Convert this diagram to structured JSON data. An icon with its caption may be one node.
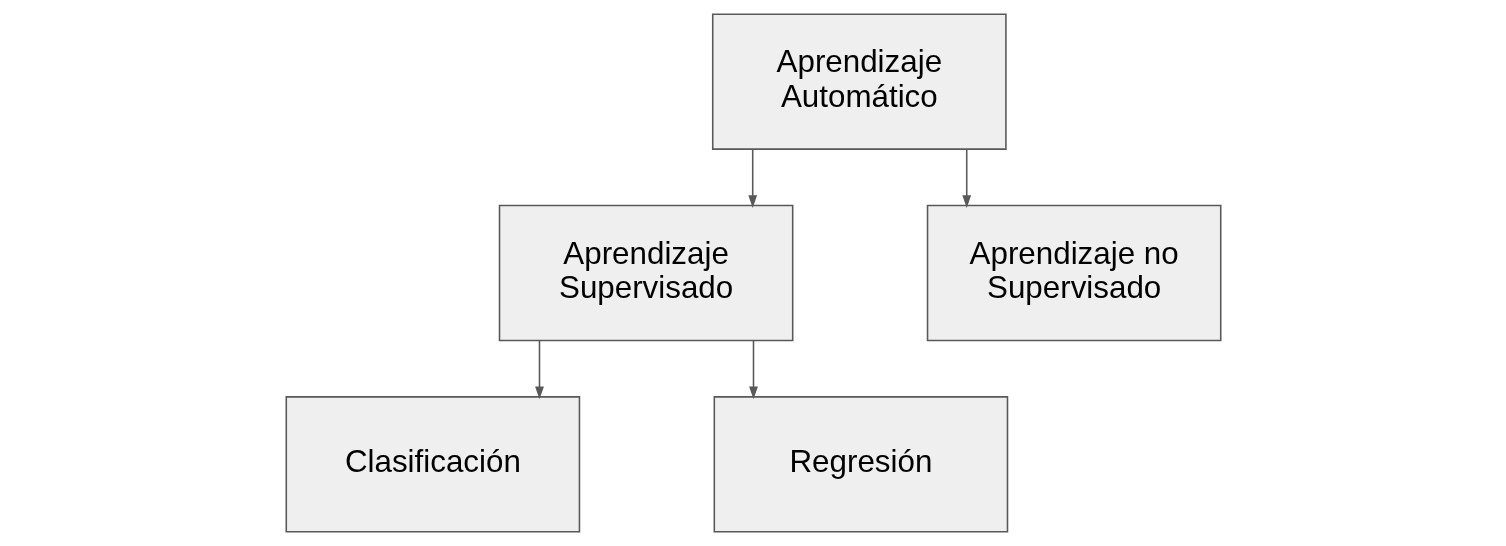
{
  "diagram": {
    "nodes": [
      {
        "text": [
          "Aprendizaje Automático"
        ]
      },
      {
        "text": [
          "Aprendizaje Supervisado"
        ]
      },
      {
        "text": [
          "Aprendizaje no Supervisado"
        ]
      },
      {
        "text": [
          "Clasificación"
        ]
      },
      {
        "text": [
          "Regresión"
        ]
      }
    ],
    "edges": [
      {
        "from": 0,
        "to": 1,
        "arrow": "to"
      },
      {
        "from": 0,
        "to": 2,
        "arrow": "to"
      },
      {
        "from": 1,
        "to": 3,
        "arrow": "to"
      },
      {
        "from": 1,
        "to": 4,
        "arrow": "to"
      }
    ]
  }
}
